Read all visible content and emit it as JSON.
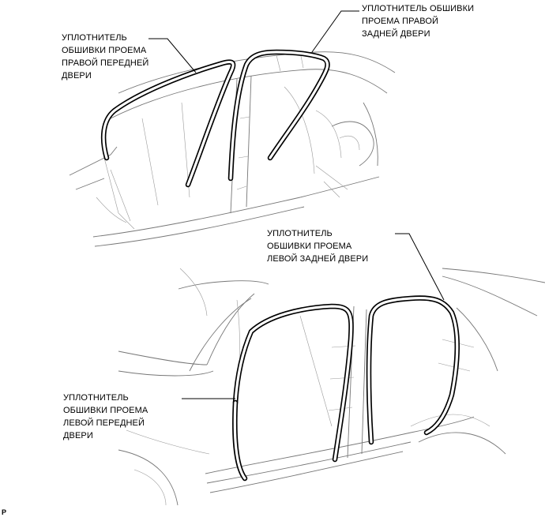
{
  "labels": {
    "rear_right": [
      "УПЛОТНИТЕЛЬ ОБШИВКИ",
      "ПРОЕМА ПРАВОЙ",
      "ЗАДНЕЙ ДВЕРИ"
    ],
    "front_right": [
      "УПЛОТНИТЕЛЬ",
      "ОБШИВКИ ПРОЕМА",
      "ПРАВОЙ ПЕРЕДНЕЙ",
      "ДВЕРИ"
    ],
    "rear_left": [
      "УПЛОТНИТЕЛЬ",
      "ОБШИВКИ ПРОЕМА",
      "ЛЕВОЙ ЗАДНЕЙ ДВЕРИ"
    ],
    "front_left": [
      "УПЛОТНИТЕЛЬ",
      "ОБШИВКИ ПРОЕМА",
      "ЛЕВОЙ ПЕРЕДНЕЙ",
      "ДВЕРИ"
    ]
  },
  "figure_code": "P"
}
